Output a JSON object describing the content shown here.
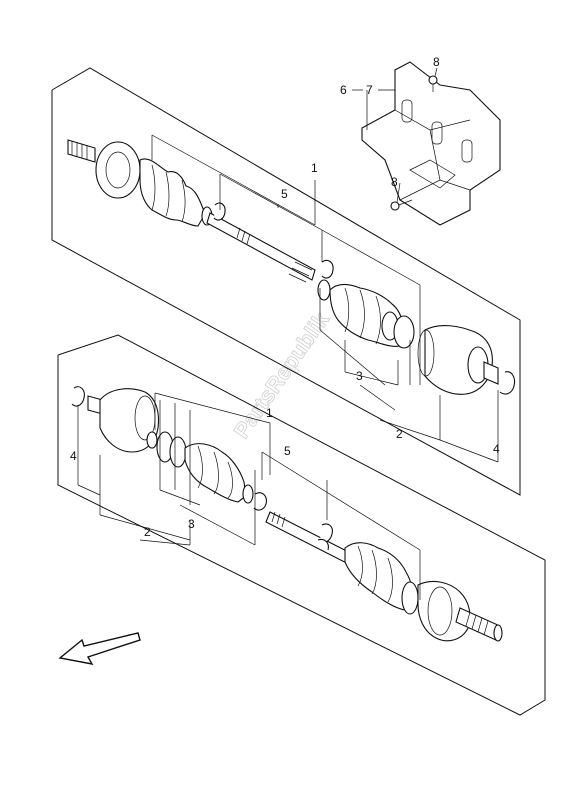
{
  "callouts": {
    "top_6": "6",
    "top_7": "7",
    "top_8a": "8",
    "top_8b": "8",
    "upper_1": "1",
    "upper_5": "5",
    "upper_3": "3",
    "upper_2": "2",
    "upper_4": "4",
    "lower_1": "1",
    "lower_5": "5",
    "lower_4": "4",
    "lower_3": "3",
    "lower_2": "2"
  },
  "watermark": "PartsRepublik",
  "icons": {
    "direction": "arrow-left-down-icon"
  }
}
